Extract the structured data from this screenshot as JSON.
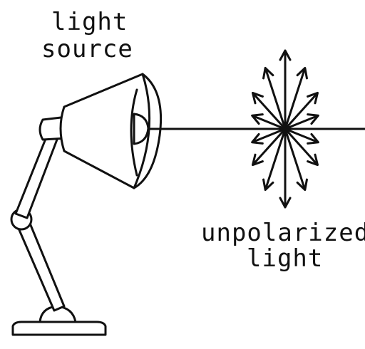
{
  "labels": {
    "light_source_line1": "light",
    "light_source_line2": "source",
    "unpolarized_line1": "unpolarized",
    "unpolarized_line2": "light"
  },
  "colors": {
    "ink": "#111111",
    "paper": "#ffffff"
  }
}
